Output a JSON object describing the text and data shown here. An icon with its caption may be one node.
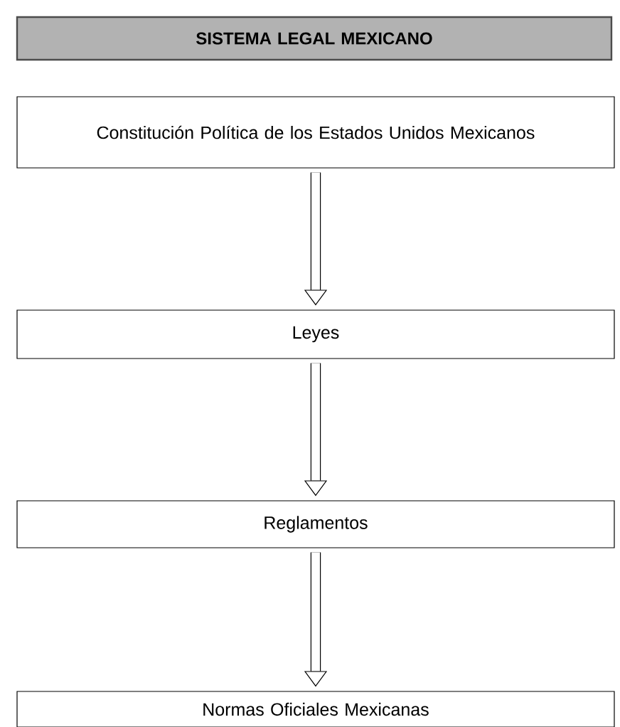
{
  "diagram": {
    "nodes": [
      {
        "text": [
          "SISTEMA LEGAL MEXICANO"
        ]
      },
      {
        "text": [
          "Constitución Política de los Estados Unidos Mexicanos"
        ]
      },
      {
        "text": [
          "Leyes"
        ]
      },
      {
        "text": [
          "Reglamentos"
        ]
      },
      {
        "text": [
          "Normas Oficiales Mexicanas"
        ]
      }
    ],
    "edges": [
      {
        "from": 1,
        "to": 2,
        "arrow": "to"
      },
      {
        "from": 2,
        "to": 3,
        "arrow": "to"
      },
      {
        "from": 3,
        "to": 4,
        "arrow": "to"
      }
    ]
  }
}
